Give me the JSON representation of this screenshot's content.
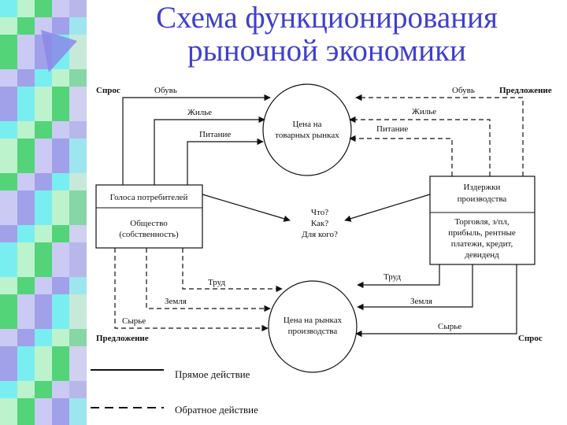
{
  "title": {
    "line1": "Схема функционирования",
    "line2": "рыночной экономики"
  },
  "colors": {
    "title": "#3f3fcf",
    "lines": "#111111",
    "deco_cyan": "#6ef0f0",
    "deco_green": "#44d36a",
    "deco_violet": "#9a9ae8"
  },
  "diagram": {
    "corner_labels": {
      "top_left": "Спрос",
      "top_right": "Предложение",
      "bottom_left": "Предложение",
      "bottom_right": "Спрос"
    },
    "consumer_goods_market": "Цена на товарных рынках",
    "consumer_goods_market_lines": [
      "Цена на",
      "товарных рынках"
    ],
    "factor_market": "Цена на рынках производства",
    "factor_market_lines": [
      "Цена на рынках",
      "производства"
    ],
    "households_box": {
      "top": "Голоса потребителей",
      "bottom_lines": [
        "Общество",
        "(собственность)"
      ]
    },
    "firms_box": {
      "top_lines": [
        "Издержки",
        "производства"
      ],
      "bottom_lines": [
        "Торговля, з/пл,",
        "прибыль, рентные",
        "платежи, кредит,",
        "девиденд"
      ]
    },
    "questions": [
      "Что?",
      "Как?",
      "Для кого?"
    ],
    "goods_demand": [
      "Обувь",
      "Жилье",
      "Питание"
    ],
    "goods_supply": [
      "Обувь",
      "Жилье",
      "Питание"
    ],
    "factors_supply": [
      "Труд",
      "Земля",
      "Сырье"
    ],
    "factors_demand": [
      "Труд",
      "Земля",
      "Сырье"
    ],
    "legend": {
      "direct": "Прямое действие",
      "reverse": "Обратное действие"
    }
  }
}
